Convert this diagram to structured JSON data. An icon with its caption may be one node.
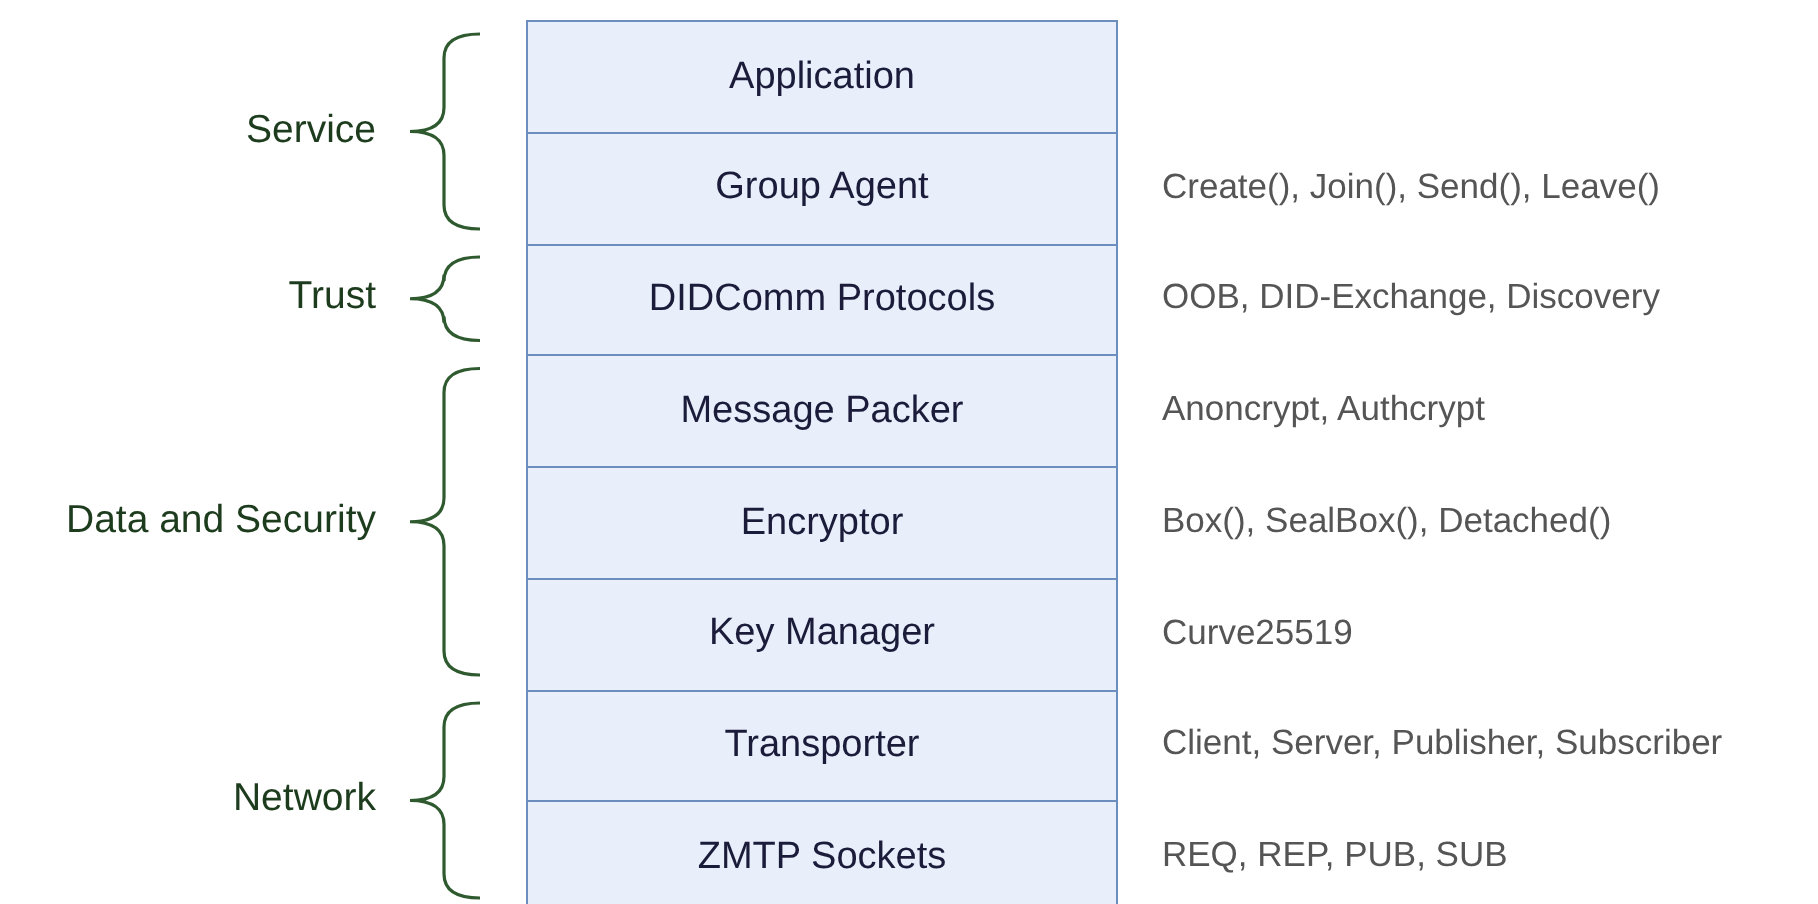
{
  "diagram": {
    "nodes": [
      {
        "text": [
          "Application"
        ]
      },
      {
        "text": [
          "Group Agent"
        ],
        "beside": [
          "Create(), Join(), Send(), Leave()"
        ]
      },
      {
        "text": [
          "DIDComm Protocols"
        ],
        "beside": [
          "OOB, DID-Exchange, Discovery"
        ]
      },
      {
        "text": [
          "Message Packer"
        ],
        "beside": [
          "Anoncrypt, Authcrypt"
        ]
      },
      {
        "text": [
          "Encryptor"
        ],
        "beside": [
          "Box(), SealBox(), Detached()"
        ]
      },
      {
        "text": [
          "Key Manager"
        ],
        "beside": [
          "Curve25519"
        ]
      },
      {
        "text": [
          "Transporter"
        ],
        "beside": [
          "Client, Server, Publisher, Subscriber"
        ]
      },
      {
        "text": [
          "ZMTP Sockets"
        ],
        "beside": [
          "REQ, REP, PUB, SUB"
        ]
      }
    ],
    "edges": [],
    "labels": [
      "Service",
      "Trust",
      "Data and Security",
      "Network"
    ]
  }
}
